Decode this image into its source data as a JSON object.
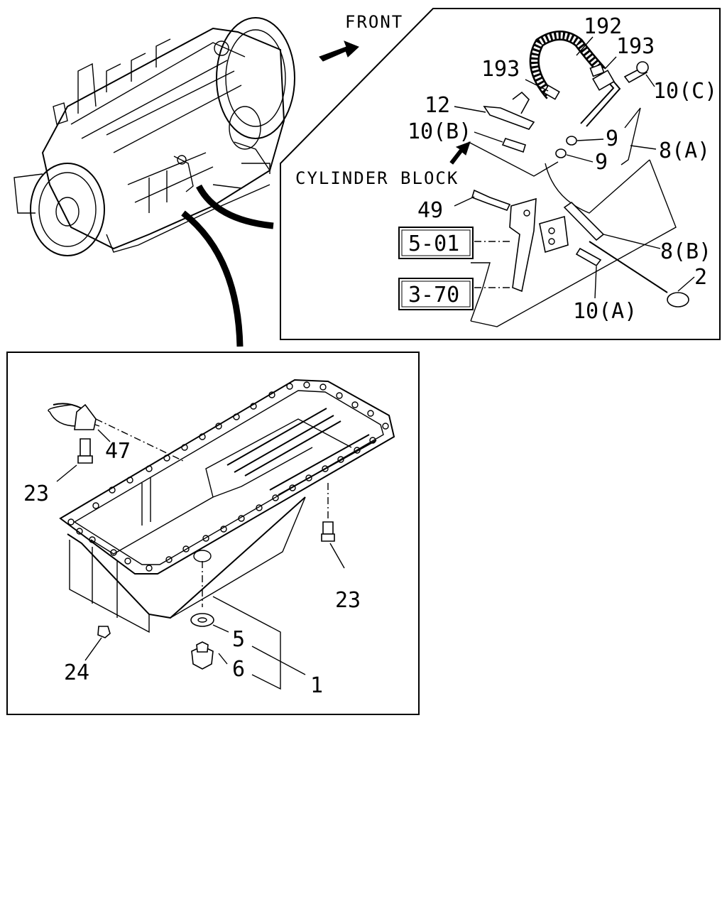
{
  "directions": {
    "front": "FRONT",
    "cylinder_block": "CYLINDER BLOCK"
  },
  "refs": {
    "r5_01": "5-01",
    "r3_70": "3-70"
  },
  "labels": {
    "p192": "192",
    "p193a": "193",
    "p193b": "193",
    "p10c": "10(C)",
    "p12": "12",
    "p10b": "10(B)",
    "p9a": "9",
    "p9b": "9",
    "p8a": "8(A)",
    "p49": "49",
    "p8b": "8(B)",
    "p2": "2",
    "p10a": "10(A)",
    "p47": "47",
    "p23a": "23",
    "p23b": "23",
    "p24": "24",
    "p5": "5",
    "p6": "6",
    "p1": "1"
  }
}
